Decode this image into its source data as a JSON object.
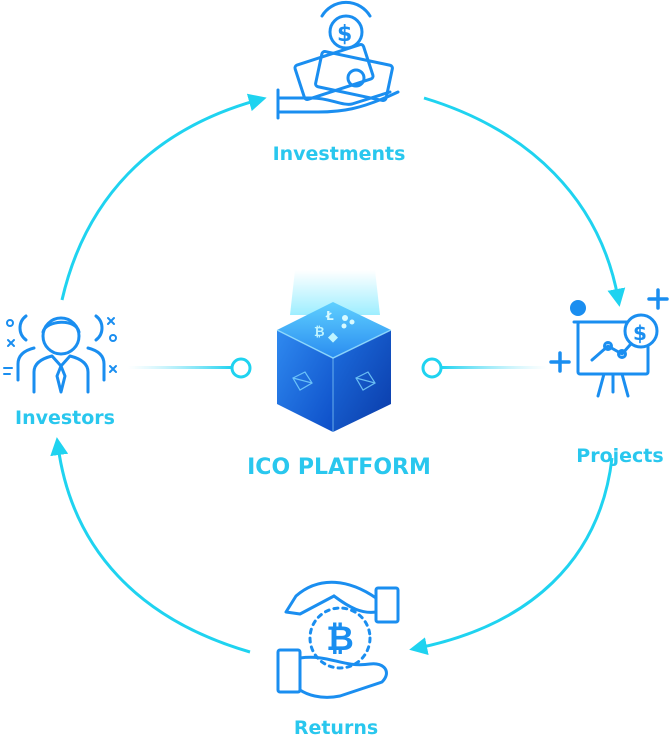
{
  "nodes": {
    "investments": "Investments",
    "projects": "Projects",
    "returns": "Returns",
    "investors": "Investors",
    "center": "ICO PLATFORM"
  },
  "colors": {
    "arrow": "#1fd3f0",
    "label": "#29c7ee",
    "icon": "#1a8ef0",
    "cube_light": "#3bb0ff",
    "cube_dark": "#0b3fb5",
    "glow": "#7fe9ff"
  },
  "icons": {
    "investments": "hand-money-icon",
    "projects": "presentation-chart-icon",
    "returns": "hands-bitcoin-icon",
    "investors": "people-group-icon",
    "center": "crypto-cube-icon"
  }
}
